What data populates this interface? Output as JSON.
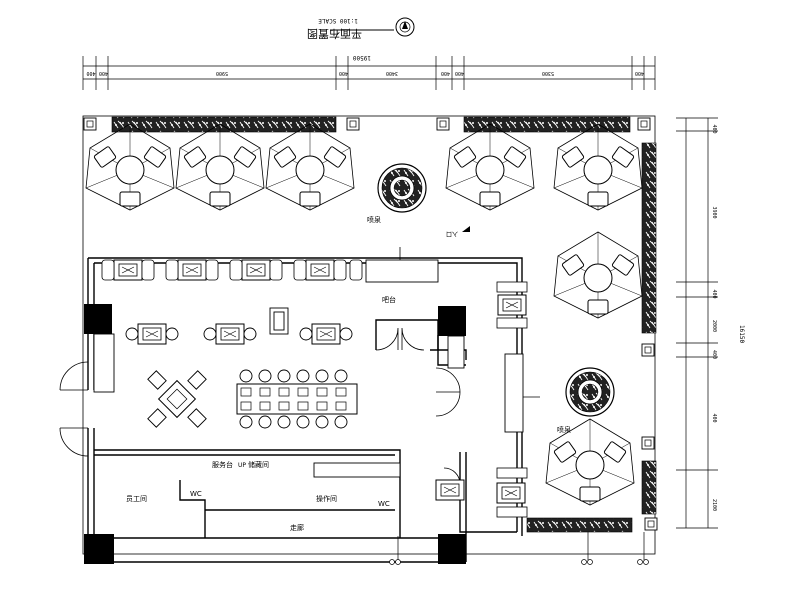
{
  "drawing": {
    "title": "平面布置图",
    "scale_note": "1:100 SCALE",
    "north_symbol": "compass-north-icon"
  },
  "dimensions": {
    "overall_width": "19500",
    "top_segments": [
      "400",
      "400",
      "5900",
      "400",
      "3400",
      "400",
      "400",
      "5300",
      "400"
    ],
    "right_overall": "16150",
    "right_segments": [
      "400",
      "3900",
      "400",
      "2000",
      "400",
      "400",
      "2100"
    ]
  },
  "rooms": {
    "bar_area": "吧台",
    "service_station": "服务台",
    "store_room": "储藏间",
    "staff_room": "员工间",
    "corridor": "走廊",
    "kitchen": "操作间",
    "wc_1": "WC",
    "wc_2": "WC",
    "fountain_1": "喷泉",
    "fountain_2": "喷泉",
    "stair_label": "UP",
    "entrance_mark": "入口"
  },
  "colors": {
    "line": "#000000",
    "hatch": "#1a1a1a",
    "wall_fill": "#000000",
    "background": "#ffffff"
  }
}
